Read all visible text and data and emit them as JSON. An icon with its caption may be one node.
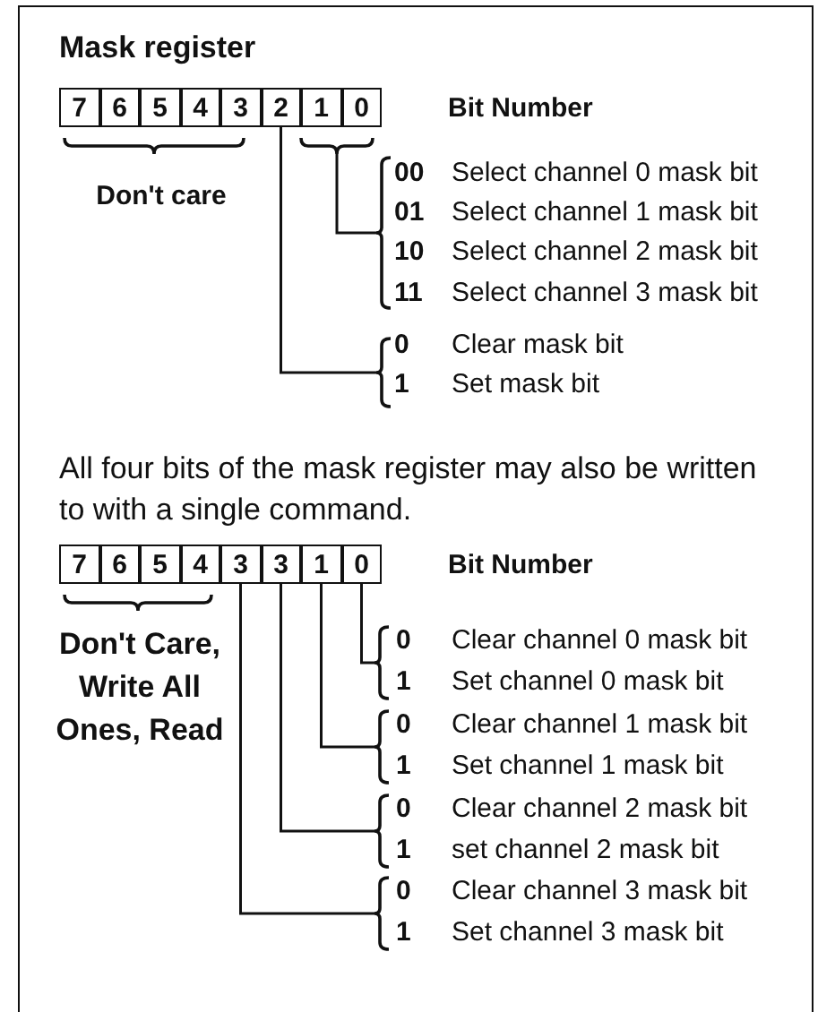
{
  "diagram": {
    "title": "Mask register",
    "nodes": [
      {
        "text": [
          "7"
        ]
      },
      {
        "text": [
          "6"
        ]
      },
      {
        "text": [
          "5"
        ]
      },
      {
        "text": [
          "4"
        ]
      },
      {
        "text": [
          "3"
        ]
      },
      {
        "text": [
          "2"
        ]
      },
      {
        "text": [
          "1"
        ]
      },
      {
        "text": [
          "0"
        ]
      },
      {
        "text": [],
        "shape": "brace"
      },
      {
        "text": [],
        "shape": "bracket"
      },
      {
        "text": [],
        "shape": "bracket"
      },
      {
        "text": [
          "7"
        ]
      },
      {
        "text": [
          "6"
        ]
      },
      {
        "text": [
          "5"
        ]
      },
      {
        "text": [
          "4"
        ]
      },
      {
        "text": [
          "3"
        ]
      },
      {
        "text": [
          "3"
        ]
      },
      {
        "text": [
          "1"
        ]
      },
      {
        "text": [
          "0"
        ]
      },
      {
        "text": [],
        "shape": "bracket"
      },
      {
        "text": [],
        "shape": "bracket"
      },
      {
        "text": [],
        "shape": "bracket"
      },
      {
        "text": [],
        "shape": "bracket"
      }
    ],
    "edges": [
      {
        "from": 8,
        "to": 9,
        "arrow": "none"
      },
      {
        "from": 5,
        "to": 10,
        "arrow": "none"
      },
      {
        "from": 18,
        "to": 19,
        "arrow": "none"
      },
      {
        "from": 17,
        "to": 20,
        "arrow": "none"
      },
      {
        "from": 16,
        "to": 21,
        "arrow": "none"
      },
      {
        "from": 15,
        "to": 22,
        "arrow": "none"
      }
    ],
    "labels": [
      "Bit Number",
      "Don't care",
      "00",
      "Select channel 0 mask bit",
      "01",
      "Select channel 1 mask bit",
      "10",
      "Select channel 2 mask bit",
      "11",
      "Select channel 3 mask bit",
      "0",
      "Clear mask bit",
      "1",
      "Set mask bit",
      "All four bits of the mask register may also be written to with a single command.",
      "Bit Number",
      "Don't Care, Write All Ones, Read",
      "0",
      "Clear channel 0 mask bit",
      "1",
      "Set channel 0 mask bit",
      "0",
      "Clear channel 1 mask bit",
      "1",
      "Set channel 1 mask bit",
      "0",
      "Clear channel 2 mask bit",
      "1",
      "set channel 2 mask bit",
      "0",
      "Clear channel 3 mask bit",
      "1",
      "Set channel 3 mask bit"
    ]
  }
}
